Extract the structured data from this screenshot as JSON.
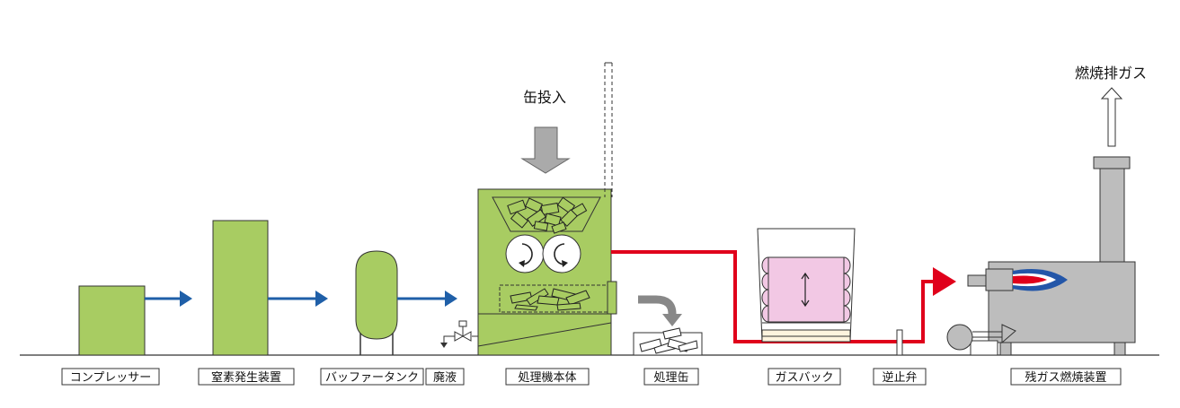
{
  "colors": {
    "equipment_green": "#A8CC62",
    "outline": "#333333",
    "blue_flow": "#1F5FA8",
    "gas_red": "#E0001B",
    "gas_bag_pink": "#F2C8E4",
    "grey_unit": "#BDBDBD",
    "flame_blue": "#2356A8",
    "flame_red": "#E0001B"
  },
  "labels": {
    "compressor": "コンプレッサー",
    "nitrogen_generator": "窒素発生装置",
    "buffer_tank": "バッファータンク",
    "waste_liquid": "廃液",
    "processor": "処理機本体",
    "processed_cans": "処理缶",
    "gas_bag": "ガスバック",
    "check_valve": "逆止弁",
    "residual_gas_burner": "残ガス燃焼装置"
  },
  "annotations": {
    "can_input": "缶投入",
    "combustion_exhaust": "燃焼排ガス"
  },
  "icons": {
    "crusher_rollers": "rotating-arrow-icon",
    "gas_bag_expand": "double-arrow-icon",
    "valve": "valve-icon",
    "flame": "flame-icon",
    "blower": "blower-icon"
  }
}
